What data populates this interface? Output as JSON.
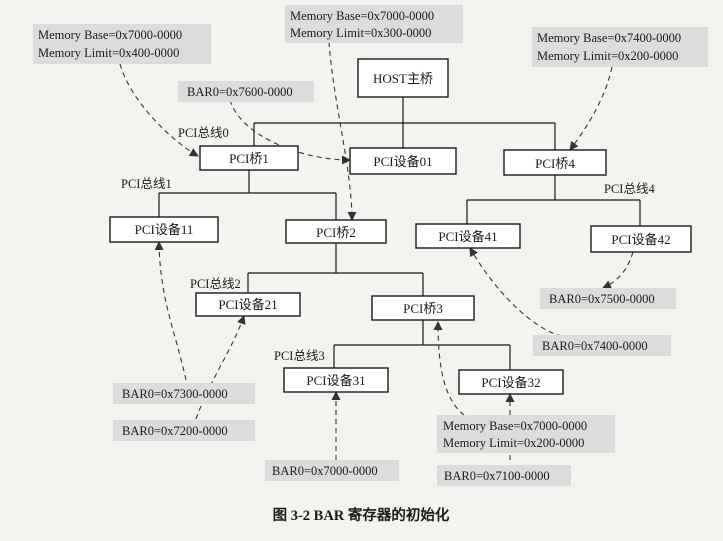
{
  "caption": "图 3-2   BAR 寄存器的初始化",
  "nodes": {
    "host": "HOST主桥",
    "bridge1": "PCI桥1",
    "bridge2": "PCI桥2",
    "bridge3": "PCI桥3",
    "bridge4": "PCI桥4",
    "dev01": "PCI设备01",
    "dev11": "PCI设备11",
    "dev21": "PCI设备21",
    "dev31": "PCI设备31",
    "dev32": "PCI设备32",
    "dev41": "PCI设备41",
    "dev42": "PCI设备42"
  },
  "buses": {
    "bus0": "PCI总线0",
    "bus1": "PCI总线1",
    "bus2": "PCI总线2",
    "bus3": "PCI总线3",
    "bus4": "PCI总线4"
  },
  "notes": {
    "mem1": [
      "Memory Base=0x7000-0000",
      "Memory Limit=0x400-0000"
    ],
    "mem2": [
      "Memory Base=0x7000-0000",
      "Memory Limit=0x300-0000"
    ],
    "mem4": [
      "Memory Base=0x7400-0000",
      "Memory Limit=0x200-0000"
    ],
    "mem3": [
      "Memory Base=0x7000-0000",
      "Memory Limit=0x200-0000"
    ],
    "bar01": "BAR0=0x7600-0000",
    "bar42": "BAR0=0x7500-0000",
    "bar41": "BAR0=0x7400-0000",
    "bar21": "BAR0=0x7300-0000",
    "bar11": "BAR0=0x7200-0000",
    "bar31": "BAR0=0x7000-0000",
    "bar32": "BAR0=0x7100-0000"
  }
}
